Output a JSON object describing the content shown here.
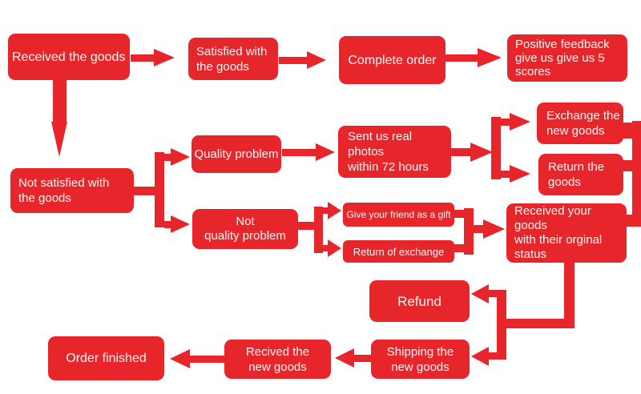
{
  "diagram": {
    "colors": {
      "node": "#e7262c",
      "text": "#fbf6f5",
      "background": "#ffffff"
    },
    "nodes": {
      "received_goods": {
        "label": "Received the goods"
      },
      "satisfied": {
        "label": "Satisfied with\nthe goods"
      },
      "complete_order": {
        "label": "Complete order"
      },
      "positive_feedback": {
        "label": "Positive feedback\ngive us give us 5\nscores"
      },
      "not_satisfied": {
        "label": "Not satisfied with\nthe goods"
      },
      "quality_problem": {
        "label": "Quality problem"
      },
      "not_quality_problem": {
        "label": "Not\nquality problem"
      },
      "sent_photos": {
        "label": "Sent us real photos\nwithin 72 hours"
      },
      "exchange_new": {
        "label": "Exchange the\nnew goods"
      },
      "return_goods": {
        "label": "Return the\ngoods"
      },
      "give_gift": {
        "label": "Give your friend as a gift"
      },
      "return_exchange": {
        "label": "Return of exchange"
      },
      "received_your_goods": {
        "label": "Received your goods\nwith their orginal\nstatus"
      },
      "refund": {
        "label": "Refund"
      },
      "shipping": {
        "label": "Shipping the\nnew goods"
      },
      "recived": {
        "label": "Recived the\nnew goods"
      },
      "order_finished": {
        "label": "Order finished"
      }
    },
    "edges": [
      {
        "from": "received_goods",
        "to": "satisfied"
      },
      {
        "from": "satisfied",
        "to": "complete_order"
      },
      {
        "from": "complete_order",
        "to": "positive_feedback"
      },
      {
        "from": "received_goods",
        "to": "not_satisfied"
      },
      {
        "from": "not_satisfied",
        "to": "quality_problem"
      },
      {
        "from": "not_satisfied",
        "to": "not_quality_problem"
      },
      {
        "from": "quality_problem",
        "to": "sent_photos"
      },
      {
        "from": "sent_photos",
        "to": "exchange_new"
      },
      {
        "from": "sent_photos",
        "to": "return_goods"
      },
      {
        "from": "not_quality_problem",
        "to": "give_gift"
      },
      {
        "from": "not_quality_problem",
        "to": "return_exchange"
      },
      {
        "from": "give_gift",
        "to": "received_your_goods"
      },
      {
        "from": "return_exchange",
        "to": "received_your_goods"
      },
      {
        "from": "exchange_new",
        "to": "received_your_goods"
      },
      {
        "from": "return_goods",
        "to": "received_your_goods"
      },
      {
        "from": "received_your_goods",
        "to": "refund"
      },
      {
        "from": "received_your_goods",
        "to": "shipping"
      },
      {
        "from": "shipping",
        "to": "recived"
      },
      {
        "from": "recived",
        "to": "order_finished"
      }
    ]
  }
}
